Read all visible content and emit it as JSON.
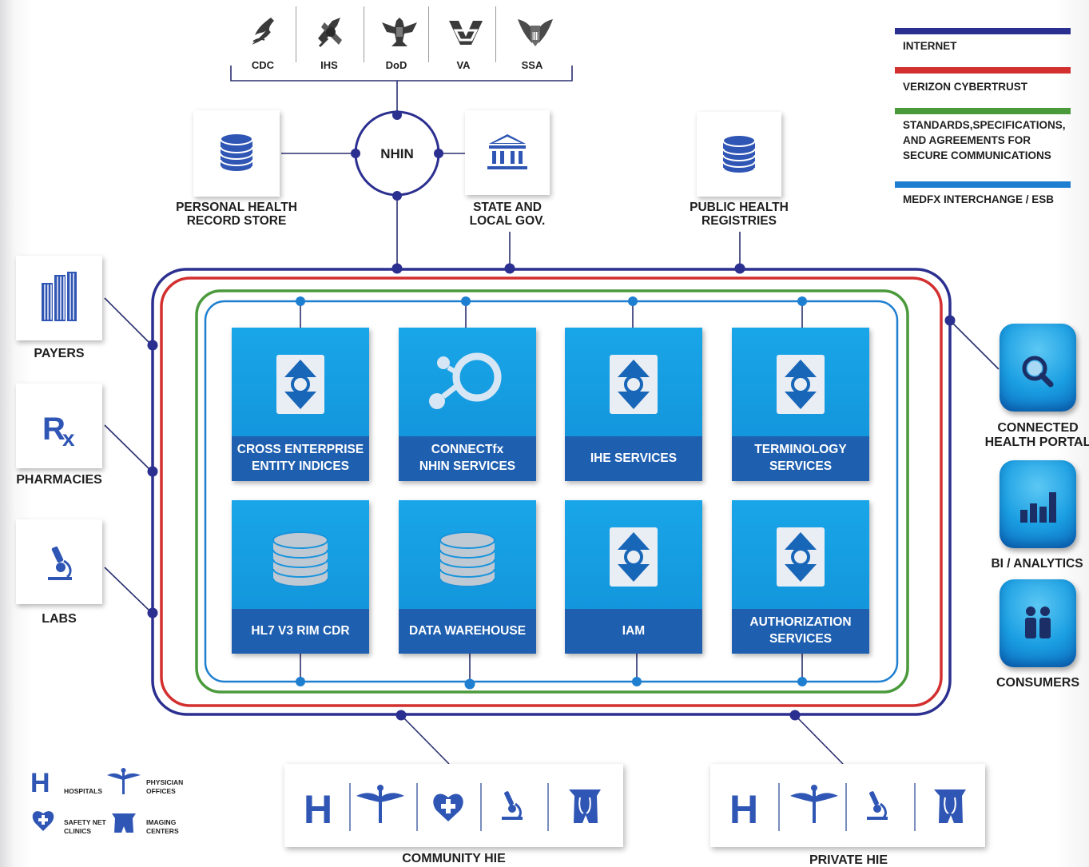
{
  "agencies": [
    "CDC",
    "IHS",
    "DoD",
    "VA",
    "SSA"
  ],
  "hub": "NHIN",
  "top_nodes": {
    "phr": [
      "PERSONAL HEALTH",
      "RECORD STORE"
    ],
    "state": [
      "STATE AND",
      "LOCAL GOV."
    ],
    "public_health": [
      "PUBLIC HEALTH",
      "REGISTRIES"
    ]
  },
  "legend": [
    {
      "label": "INTERNET",
      "color": "#2b2f8f"
    },
    {
      "label": "VERIZON CYBERTRUST",
      "color": "#d32f2f"
    },
    {
      "label": "STANDARDS,SPECIFICATIONS,\nAND AGREEMENTS FOR\nSECURE COMMUNICATIONS",
      "color": "#4a9a3c"
    },
    {
      "label": "MEDFX INTERCHANGE / ESB",
      "color": "#1e7fd0"
    }
  ],
  "left_nodes": {
    "payers": "PAYERS",
    "pharmacies": "PHARMACIES",
    "labs": "LABS"
  },
  "services": [
    "CROSS ENTERPRISE\nENTITY INDICES",
    "CONNECTfx\nNHIN SERVICES",
    "IHE SERVICES",
    "TERMINOLOGY\nSERVICES",
    "HL7 V3 RIM CDR",
    "DATA WAREHOUSE",
    "IAM",
    "AUTHORIZATION\nSERVICES"
  ],
  "right_nodes": {
    "portal": [
      "CONNECTED",
      "HEALTH PORTAL"
    ],
    "bi": "BI / ANALYTICS",
    "consumers": "CONSUMERS"
  },
  "bottom_nodes": {
    "community": "COMMUNITY HIE",
    "private": "PRIVATE HIE"
  },
  "key": {
    "hospitals": "HOSPITALS",
    "physician": [
      "PHYSICIAN",
      "OFFICES"
    ],
    "safety": [
      "SAFETY NET",
      "CLINICS"
    ],
    "imaging": [
      "IMAGING",
      "CENTERS"
    ]
  },
  "colors": {
    "internet": "#2b2f8f",
    "verizon": "#d32f2f",
    "standards": "#4a9a3c",
    "esb": "#1e7fd0",
    "tile_blue": "#17a0e4",
    "band_blue": "#1e5fb0",
    "icon_navy": "#1f3f93"
  }
}
